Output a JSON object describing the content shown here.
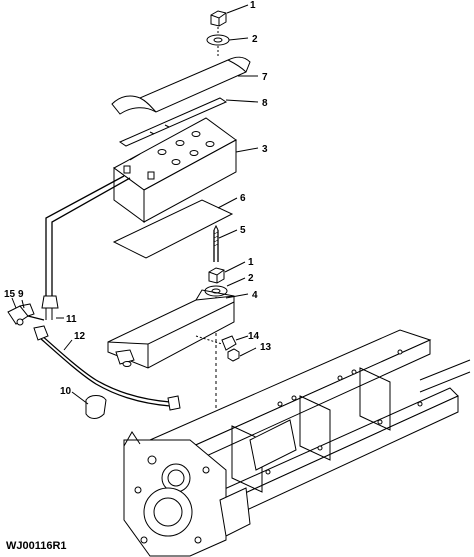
{
  "figure_id": "WJ00116R1",
  "callouts": {
    "c1": "1",
    "c2": "2",
    "c3": "3",
    "c4": "4",
    "c5": "5",
    "c6": "6",
    "c7": "7",
    "c8": "8",
    "c9": "9",
    "c10": "10",
    "c11": "11",
    "c12": "12",
    "c13": "13",
    "c14": "14",
    "c15": "15",
    "c1b": "1",
    "c2b": "2"
  }
}
